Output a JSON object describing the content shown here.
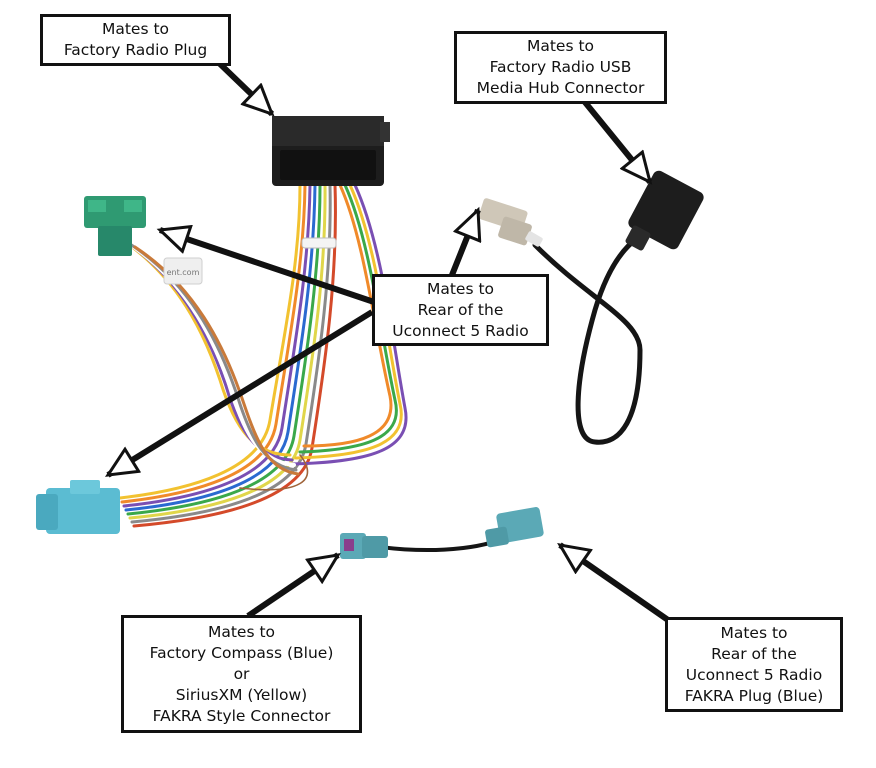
{
  "callouts": {
    "radio_plug": "Mates to\nFactory Radio Plug",
    "usb_hub": "Mates to\nFactory Radio USB\nMedia Hub Connector",
    "uconnect_rear": "Mates to\nRear of the\nUconnect 5 Radio",
    "compass": "Mates to\nFactory Compass (Blue)\nor\nSiriusXM (Yellow)\nFAKRA Style Connector",
    "fakra_rear": "Mates to\nRear of the\nUconnect 5 Radio\nFAKRA Plug (Blue)"
  },
  "label_text": "ent.com",
  "colors": {
    "border": "#111111",
    "connector_black": "#1d1d1d",
    "connector_green": "#2f9a72",
    "connector_light_blue": "#5bbcd2",
    "fakra_blue": "#5ba9b6",
    "fakra_violet": "#8a3f8c",
    "usb_grey": "#cfc7b8",
    "wire_colors": [
      "#f2c230",
      "#f08a2a",
      "#7a4fb3",
      "#2a6ad0",
      "#3aa84a",
      "#ffffff",
      "#8a8a8a",
      "#d44a2a",
      "#c97a3a",
      "#e0d64a"
    ]
  }
}
